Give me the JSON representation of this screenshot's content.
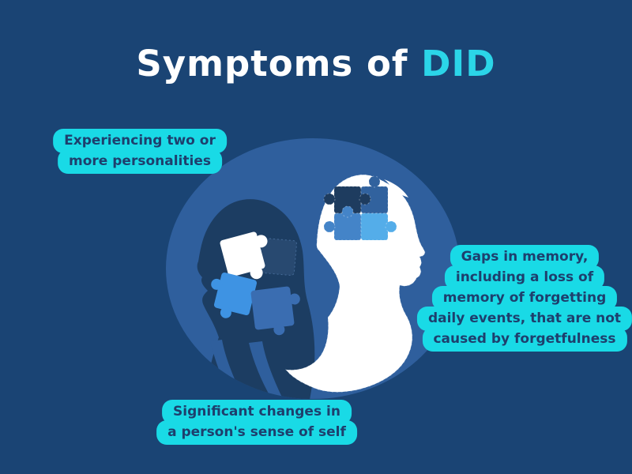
{
  "title": {
    "text_white": "Symptoms of",
    "text_accent": "DID"
  },
  "callouts": {
    "personalities": {
      "lines": [
        "Experiencing two or",
        "more personalities"
      ]
    },
    "memory": {
      "lines": [
        "Gaps in memory,",
        "including a loss of",
        "memory of forgetting",
        "daily events, that are not",
        "caused by forgetfulness"
      ]
    },
    "sense_of_self": {
      "lines": [
        "Significant changes in",
        "a person's sense of self"
      ]
    }
  },
  "illustration": {
    "alt": "Two head profile silhouettes inside a blue circle with jigsaw puzzle pieces in their heads"
  },
  "colors": {
    "background": "#1A4474",
    "circle": "#2F5F9D",
    "bubble": "#19DAE6",
    "bubble_text": "#1E3F6D",
    "title_text": "#FFFFFF",
    "title_accent": "#2BD5E8",
    "silhouette_dark": "#1C3D62",
    "silhouette_light": "#FFFFFF",
    "puzzle_dark": "#1E3C5F",
    "puzzle_steel": "#31629E",
    "puzzle_medium": "#4484C8",
    "puzzle_bright": "#54ADE9",
    "puzzle_white": "#FFFFFF",
    "puzzle_ghost": "#2A4B72",
    "puzzle_azure": "#3E93E3",
    "puzzle_royal": "#3A6DB1"
  }
}
